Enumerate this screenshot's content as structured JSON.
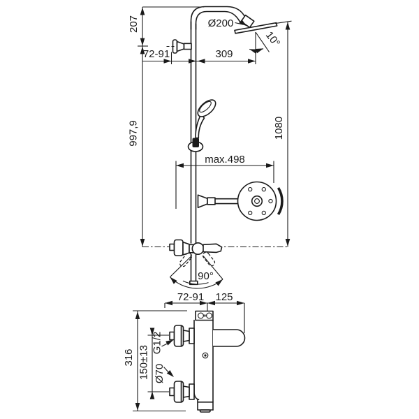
{
  "colors": {
    "ink": "#1a1a1a",
    "background": "#ffffff"
  },
  "upper": {
    "d207": "207",
    "d7291": "72-91",
    "d309": "309",
    "dia200": "Ø200",
    "a10": "10°",
    "d9979": "997,9",
    "d1080": "1080",
    "max498": "max.498",
    "a90": "90°"
  },
  "lower": {
    "d7291": "72-91",
    "d125": "125",
    "d316": "316",
    "d150": "150±13",
    "thread": "G1/2",
    "dia70": "Ø70"
  }
}
